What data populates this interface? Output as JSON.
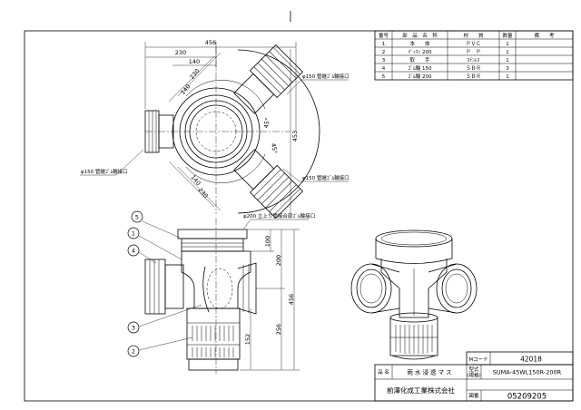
{
  "parts_table": {
    "headers": [
      "番号",
      "部　品　名　称",
      "材　　質",
      "数量",
      "備　　考"
    ],
    "rows": [
      {
        "no": "1",
        "name": "本　　体",
        "material": "ＰＶＣ",
        "qty": "1",
        "note": ""
      },
      {
        "no": "2",
        "name": "ﾊﾟｯｷﾝ 200",
        "material": "Ｐ　Ｐ",
        "qty": "1",
        "note": ""
      },
      {
        "no": "3",
        "name": "取　　手",
        "material": "ｽﾃﾝﾚｽ",
        "qty": "1",
        "note": ""
      },
      {
        "no": "4",
        "name": "ｺﾞﾑ輪 150",
        "material": "ＳＢＲ",
        "qty": "3",
        "note": ""
      },
      {
        "no": "5",
        "name": "ｺﾞﾑ輪 200",
        "material": "ＳＢＲ",
        "qty": "1",
        "note": ""
      }
    ]
  },
  "title_block": {
    "mcode_label": "Mコード",
    "mcode_value": "42018",
    "name_label": "品 名",
    "name_value": "雨 水 浸 透 マ ス",
    "model_label_top": "型式",
    "model_label_bottom": "(規格)",
    "model_value": "SUMA-45WL150R-200R",
    "company": "前澤化成工業株式会社",
    "drawing_no_label": "図番",
    "drawing_no_value": "05209205"
  },
  "plan_view": {
    "dimensions": [
      "456",
      "230",
      "140",
      "230",
      "140",
      "140",
      "230",
      "453"
    ],
    "angles": [
      "45°",
      "45°"
    ],
    "callouts": [
      "φ150 管継ｺﾞﾑ輪接口",
      "φ150 管継ｺﾞﾑ輪接口",
      "φ150 管継ｺﾞﾑ輪接口"
    ]
  },
  "side_view": {
    "top_callout": "φ200 立上り管接合部ｺﾞﾑ輪接口",
    "dimensions": [
      "100",
      "200",
      "456",
      "256",
      "152"
    ],
    "balloons": [
      "5",
      "1",
      "4",
      "3",
      "2"
    ]
  }
}
